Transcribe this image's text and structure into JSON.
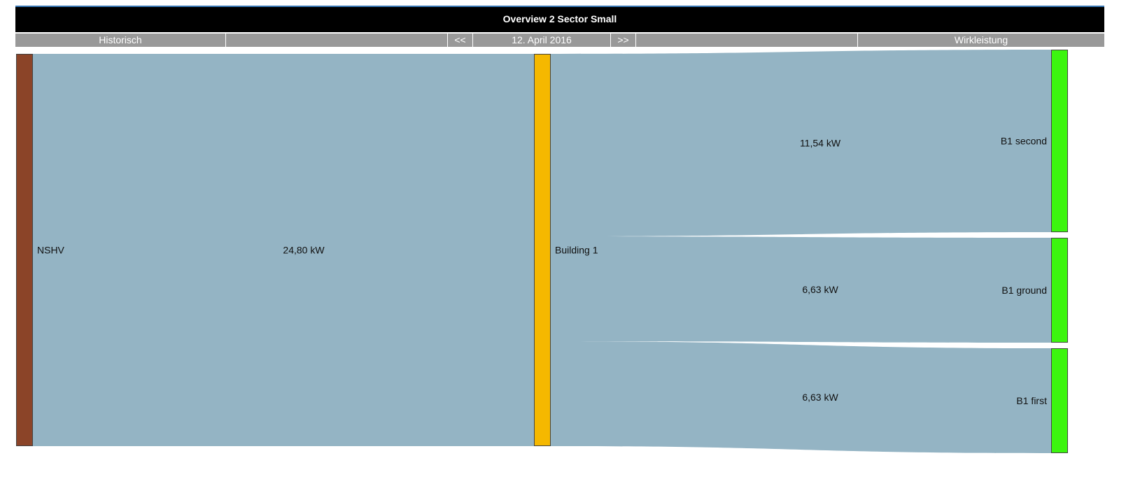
{
  "header": {
    "title": "Overview 2 Sector Small",
    "accent_color": "#3a7ab8"
  },
  "nav": {
    "historical_label": "Historisch",
    "prev_label": "<<",
    "date_label": "12. April 2016",
    "next_label": ">>",
    "measure_label": "Wirkleistung"
  },
  "chart_data": {
    "type": "sankey",
    "nodes": [
      {
        "id": "nshv",
        "label": "NSHV",
        "color": "#8b4428"
      },
      {
        "id": "b1",
        "label": "Building 1",
        "color": "#f5b800"
      },
      {
        "id": "b1_second",
        "label": "B1 second",
        "color": "#3cf50f"
      },
      {
        "id": "b1_ground",
        "label": "B1 ground",
        "color": "#3cf50f"
      },
      {
        "id": "b1_first",
        "label": "B1 first",
        "color": "#3cf50f"
      }
    ],
    "links": [
      {
        "source": "nshv",
        "target": "b1",
        "value": 24.8,
        "label": "24,80 kW"
      },
      {
        "source": "b1",
        "target": "b1_second",
        "value": 11.54,
        "label": "11,54 kW"
      },
      {
        "source": "b1",
        "target": "b1_ground",
        "value": 6.63,
        "label": "6,63 kW"
      },
      {
        "source": "b1",
        "target": "b1_first",
        "value": 6.63,
        "label": "6,63 kW"
      }
    ],
    "link_color": "#94b4c4",
    "unit": "kW"
  }
}
